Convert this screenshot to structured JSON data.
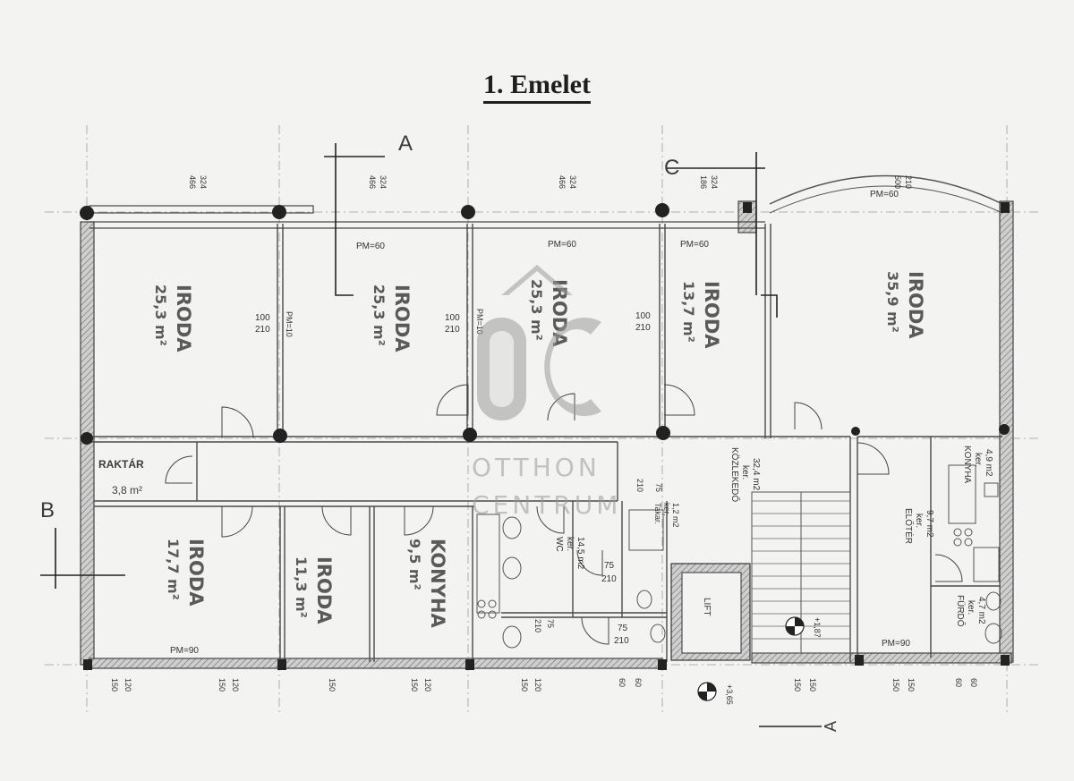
{
  "title": "1. Emelet",
  "section_marks": {
    "a_top": "A",
    "a_bottom": "A",
    "b": "B",
    "c": "C"
  },
  "rooms": [
    {
      "name": "IRODA",
      "area": "25,3 m²"
    },
    {
      "name": "IRODA",
      "area": "25,3 m²"
    },
    {
      "name": "IRODA",
      "area": "25,3 m²"
    },
    {
      "name": "IRODA",
      "area": "13,7 m²"
    },
    {
      "name": "IRODA",
      "area": "35,9 m²"
    },
    {
      "name": "IRODA",
      "area": "17,7 m²"
    },
    {
      "name": "IRODA",
      "area": "11,3 m²"
    },
    {
      "name": "KONYHA",
      "area": "9,5 m²"
    }
  ],
  "raktar": {
    "name": "RAKTÁR",
    "area": "3,8 m²"
  },
  "small_rooms": {
    "kozlekedo": [
      "KÖZLEKEDŐ",
      "ker.",
      "32,4 m2"
    ],
    "wc": [
      "WC",
      "ker.",
      "14,5 m2"
    ],
    "takar": [
      "Takar.",
      "ker.",
      "1,2 m2"
    ],
    "konyha2": [
      "KONYHA",
      "ker.",
      "4,9 m2"
    ],
    "eloter": [
      "ELŐTÉR",
      "ker.",
      "9,7 m2"
    ],
    "furdo": [
      "FÜRDŐ",
      "ker.",
      "4,7 m2"
    ],
    "lift": "LIFT"
  },
  "labels": {
    "pm60": "PM=60",
    "pm90": "PM=90",
    "pm10": "PM=10",
    "door_w": "100",
    "door_h": "210",
    "d75": "75",
    "d210": "210",
    "level_187": "+1,87",
    "level_365": "+3,65"
  },
  "top_dims": [
    [
      "466",
      "324"
    ],
    [
      "466",
      "324"
    ],
    [
      "466",
      "324"
    ],
    [
      "186",
      "324"
    ],
    [
      "500",
      "210"
    ]
  ],
  "bottom_dims": [
    "150",
    "120",
    "150",
    "120",
    "150",
    "150",
    "120",
    "150",
    "120",
    "60",
    "60",
    "150",
    "150",
    "150",
    "150",
    "60",
    "60"
  ],
  "watermark": {
    "line1": "OTTHON",
    "line2": "CENTRUM"
  }
}
